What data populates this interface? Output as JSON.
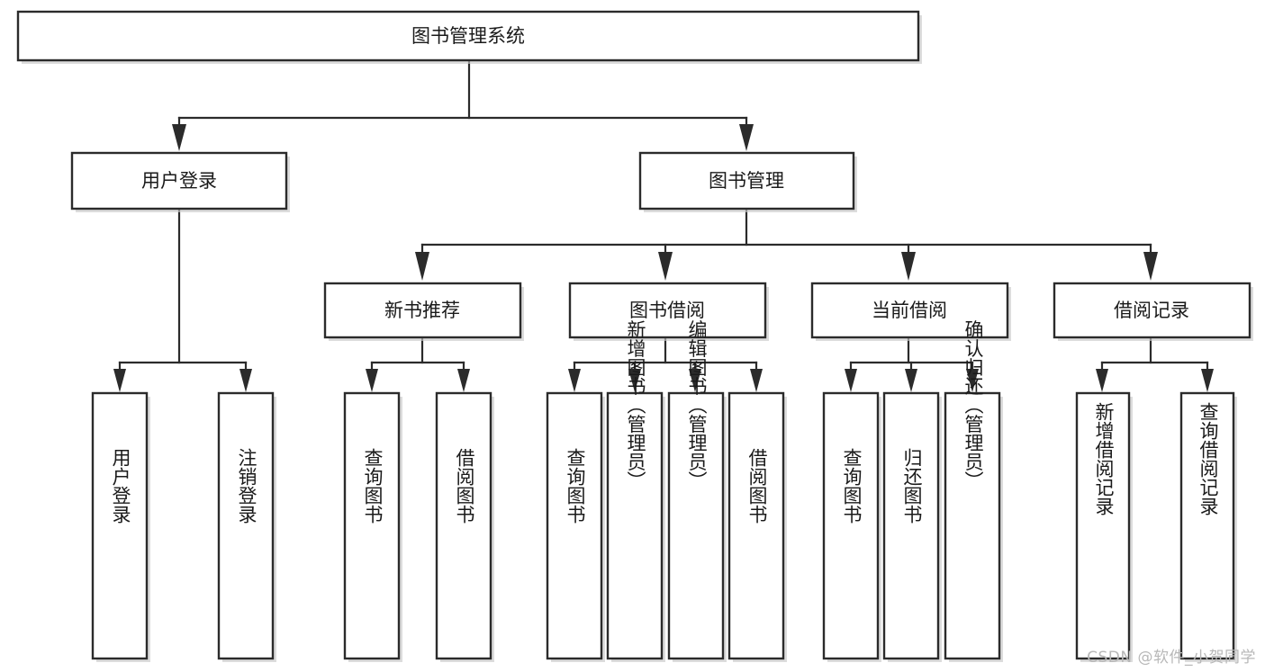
{
  "diagram": {
    "title": "图书管理系统",
    "type": "tree",
    "orientation": "top-down",
    "colors": {
      "box_fill": "#ffffff",
      "box_stroke": "#2b2b2b",
      "connector": "#2b2b2b",
      "text": "#1a1a1a",
      "background": "#ffffff",
      "watermark": "#b8b8b8"
    },
    "root": {
      "label": "图书管理系统",
      "text_orientation": "horizontal"
    },
    "level2": [
      {
        "label": "用户登录",
        "text_orientation": "horizontal"
      },
      {
        "label": "图书管理",
        "text_orientation": "horizontal"
      }
    ],
    "level3": [
      {
        "label": "新书推荐",
        "text_orientation": "horizontal",
        "parent": "图书管理"
      },
      {
        "label": "图书借阅",
        "text_orientation": "horizontal",
        "parent": "图书管理"
      },
      {
        "label": "当前借阅",
        "text_orientation": "horizontal",
        "parent": "图书管理"
      },
      {
        "label": "借阅记录",
        "text_orientation": "horizontal",
        "parent": "图书管理"
      }
    ],
    "leaves": [
      {
        "label": "用户登录",
        "text_orientation": "vertical",
        "parent": "用户登录"
      },
      {
        "label": "注销登录",
        "text_orientation": "vertical",
        "parent": "用户登录"
      },
      {
        "label": "查询图书",
        "text_orientation": "vertical",
        "parent": "新书推荐"
      },
      {
        "label": "借阅图书",
        "text_orientation": "vertical",
        "parent": "新书推荐"
      },
      {
        "label": "查询图书",
        "text_orientation": "vertical",
        "parent": "图书借阅"
      },
      {
        "label": "新增图书（管理员）",
        "text_orientation": "vertical",
        "parent": "图书借阅"
      },
      {
        "label": "编辑图书（管理员）",
        "text_orientation": "vertical",
        "parent": "图书借阅"
      },
      {
        "label": "借阅图书",
        "text_orientation": "vertical",
        "parent": "图书借阅"
      },
      {
        "label": "查询图书",
        "text_orientation": "vertical",
        "parent": "当前借阅"
      },
      {
        "label": "归还图书",
        "text_orientation": "vertical",
        "parent": "当前借阅"
      },
      {
        "label": "确认归还（管理员）",
        "text_orientation": "vertical",
        "parent": "当前借阅"
      },
      {
        "label": "新增借阅记录",
        "text_orientation": "vertical",
        "parent": "借阅记录"
      },
      {
        "label": "查询借阅记录",
        "text_orientation": "vertical",
        "parent": "借阅记录"
      }
    ]
  },
  "watermark": {
    "text": "CSDN @软件_小贺同学"
  }
}
